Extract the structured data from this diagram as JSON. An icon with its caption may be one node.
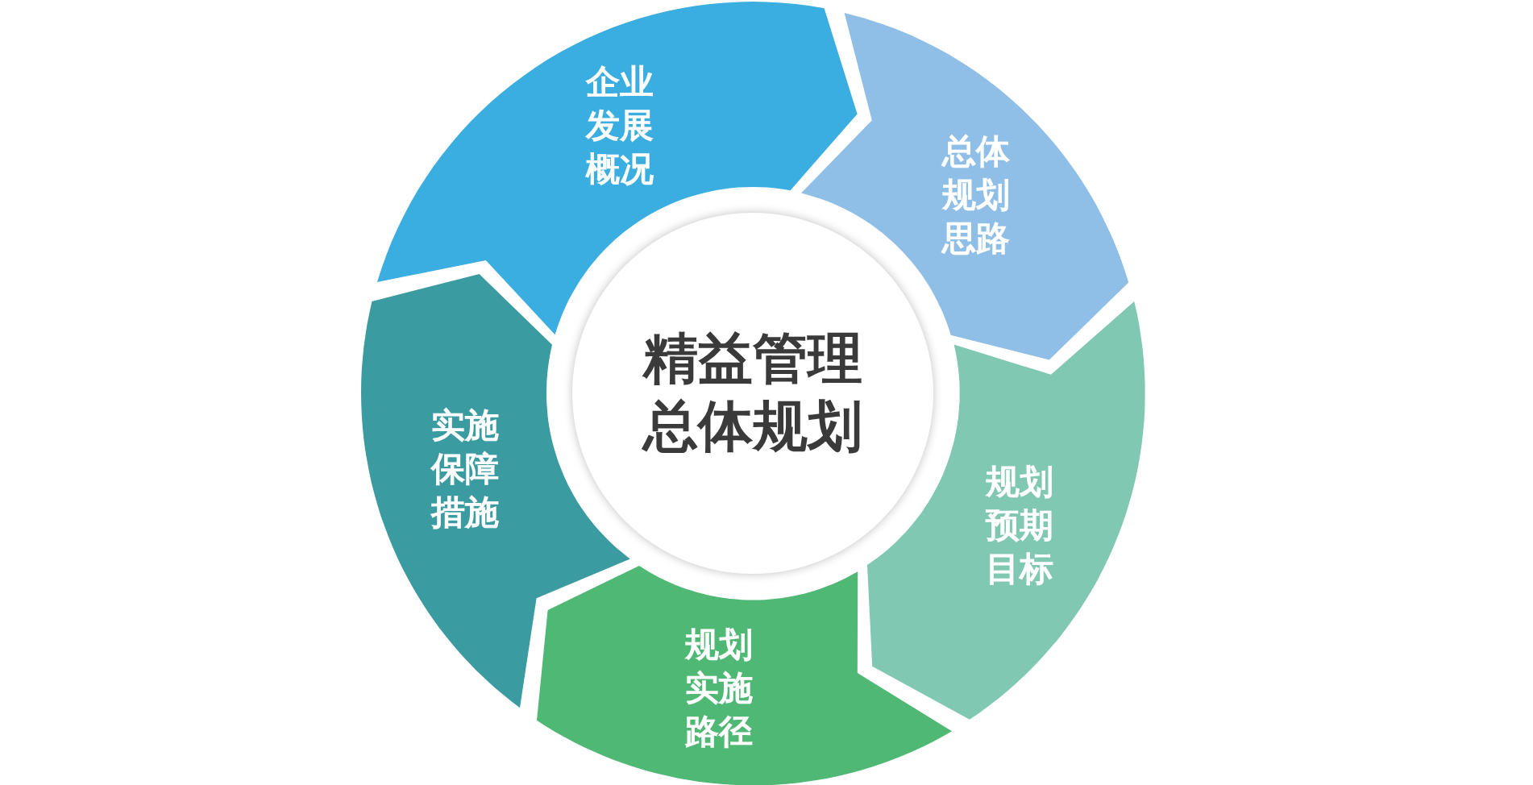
{
  "diagram": {
    "nodes": [
      {
        "text": [
          "精益管理总体规划"
        ]
      },
      {
        "text": [
          "企业发展概况"
        ]
      },
      {
        "text": [
          "总体规划思路"
        ]
      },
      {
        "text": [
          "规划预期目标"
        ]
      },
      {
        "text": [
          "规划实施路径"
        ]
      },
      {
        "text": [
          "实施保障措施"
        ]
      }
    ]
  }
}
